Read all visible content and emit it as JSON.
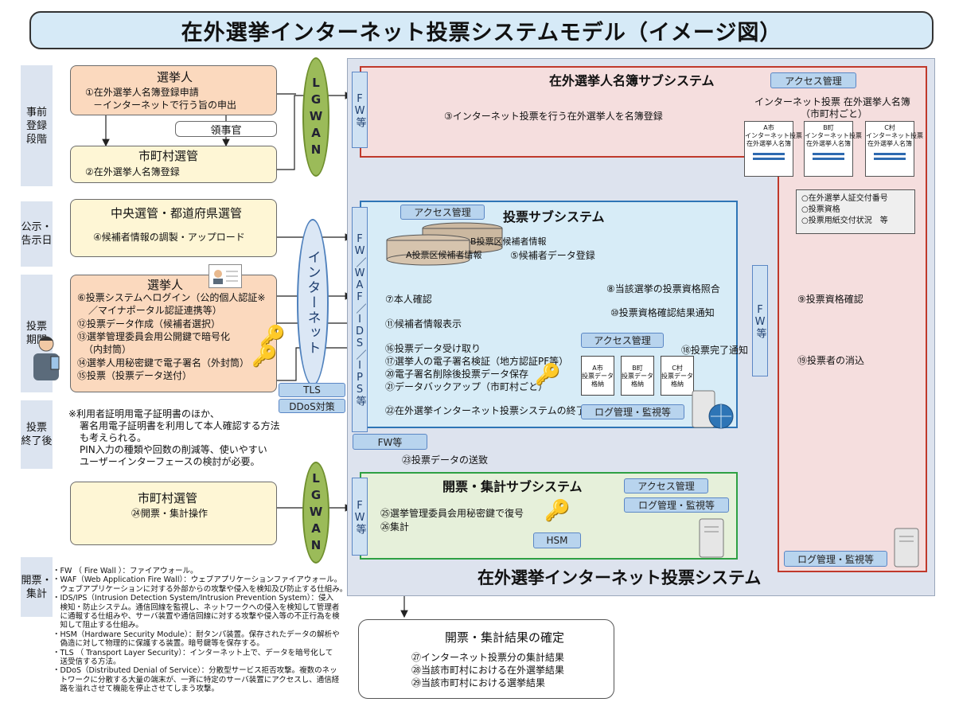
{
  "title": "在外選挙インターネット投票システムモデル（イメージ図）",
  "stages": {
    "pre": "事前\n登録\n段階",
    "notice": "公示・\n告示日",
    "voting": "投票\n期間",
    "after": "投票\n終了後",
    "count": "開票・\n集計"
  },
  "voter_pre": {
    "title": "選挙人",
    "l1": "①在外選挙人名簿登録申請",
    "l2": "－インターネットで行う旨の申出"
  },
  "consul": "領事官",
  "muni_pre": {
    "title": "市町村選管",
    "l1": "②在外選挙人名簿登録"
  },
  "lgwan": "LGWAN",
  "fw_etc": "FW等",
  "fw_waf": "FW／WAF／IDS／IPS等",
  "registry": {
    "title": "在外選挙人名簿サブシステム",
    "access": "アクセス管理",
    "step3": "③インターネット投票を行う在外選挙人を名簿登録",
    "list_title": "インターネット投票 在外選挙人名簿",
    "list_sub": "（市町村ごと）",
    "docs": [
      {
        "head": "A市",
        "text": "インターネット投票\n在外選挙人名簿"
      },
      {
        "head": "B町",
        "text": "インターネット投票\n在外選挙人名簿"
      },
      {
        "head": "C村",
        "text": "インターネット投票\n在外選挙人名簿"
      }
    ],
    "items": [
      "○在外選挙人証交付番号",
      "○投票資格",
      "○投票用紙交付状況　等"
    ],
    "log": "ログ管理・監視等"
  },
  "central": {
    "title": "中央選管・都道府県選管",
    "l1": "④候補者情報の調製・アップロード"
  },
  "internet": "インターネット",
  "voting_sys": {
    "title": "投票サブシステム",
    "access": "アクセス管理",
    "db_a": "A投票区候補者情報",
    "db_b": "B投票区候補者情報",
    "step5": "⑤候補者データ登録",
    "step7": "⑦本人確認",
    "step11": "⑪候補者情報表示",
    "step8": "⑧当該選挙の投票資格照合",
    "step10": "⑩投票資格確認結果通知",
    "step9": "⑨投票資格確認",
    "access2": "アクセス管理",
    "step16": "⑯投票データ受け取り",
    "step17": "⑰選挙人の電子署名検証（地方認証PF等）",
    "step20": "⑳電子署名削除後投票データ保存",
    "step21": "㉑データバックアップ（市町村ごと）",
    "step18": "⑱投票完了通知",
    "step19": "⑲投票者の消込",
    "step22": "㉒在外選挙インターネット投票システムの終了",
    "log": "ログ管理・監視等",
    "stores": [
      {
        "head": "A市",
        "text": "投票データ\n格納"
      },
      {
        "head": "B町",
        "text": "投票データ\n格納"
      },
      {
        "head": "C村",
        "text": "投票データ\n格納"
      }
    ]
  },
  "voter_vote": {
    "title": "選挙人",
    "l6": "⑥投票システムへログイン（公的個人認証※",
    "l6b": "／マイナポータル認証連携等）",
    "l12": "⑫投票データ作成（候補者選択）",
    "l13": "⑬選挙管理委員会用公開鍵で暗号化",
    "l13b": "（内封筒）",
    "l14": "⑭選挙人用秘密鍵で電子署名（外封筒）",
    "l15": "⑮投票（投票データ送付）"
  },
  "tls": "TLS",
  "ddos": "DDoS対策",
  "note": [
    "※利用者証明用電子証明書のほか、",
    "署名用電子証明書を利用して本人確認する方法",
    "も考えられる。",
    "PIN入力の種類や回数の削減等、使いやすい",
    "ユーザーインターフェースの検討が必要。"
  ],
  "fw_etc2": "FW等",
  "step23": "㉓投票データの送致",
  "counting": {
    "title": "開票・集計サブシステム",
    "access": "アクセス管理",
    "log": "ログ管理・監視等",
    "step25": "㉕選挙管理委員会用秘密鍵で復号",
    "step26": "㉖集計",
    "hsm": "HSM"
  },
  "muni_count": {
    "title": "市町村選管",
    "l1": "㉔開票・集計操作"
  },
  "system_name": "在外選挙インターネット投票システム",
  "result": {
    "title": "開票・集計結果の確定",
    "l27": "㉗インターネット投票分の集計結果",
    "l28": "㉘当該市町村における在外選挙結果",
    "l29": "㉙当該市町村における選挙結果"
  },
  "glossary": [
    "・FW （ Fire Wall ）：ファイアウォール。",
    "・WAF（Web Application Fire Wall）：ウェブアプリケーションファイアウォール。",
    "　ウェブアプリケーションに対する外部からの攻撃や侵入を検知及び防止する仕組み。",
    "・IDS/IPS（Intrusion Detection System/Intrusion Prevention System）：侵入",
    "　検知・防止システム。通信回線を監視し、ネットワークへの侵入を検知して管理者",
    "　に通報する仕組みや、サーバ装置や通信回線に対する攻撃や侵入等の不正行為を検",
    "　知して阻止する仕組み。",
    "・HSM（Hardware Security Module）：耐タンパ装置。保存されたデータの解析や",
    "　偽造に対して物理的に保護する装置。暗号鍵等を保存する。",
    "・TLS （ Transport Layer Security）：インターネット上で、データを暗号化して",
    "　送受信する方法。",
    "・DDoS（Distributed Denial of Service）：分散型サービス拒否攻撃。複数のネッ",
    "　トワークに分散する大量の端末が、一斉に特定のサーバ装置にアクセスし、通信経",
    "　路を溢れさせて機能を停止させてしまう攻撃。"
  ],
  "colors": {
    "registry": "#c0392b",
    "voting": "#2e75b6",
    "counting": "#2ea043"
  }
}
